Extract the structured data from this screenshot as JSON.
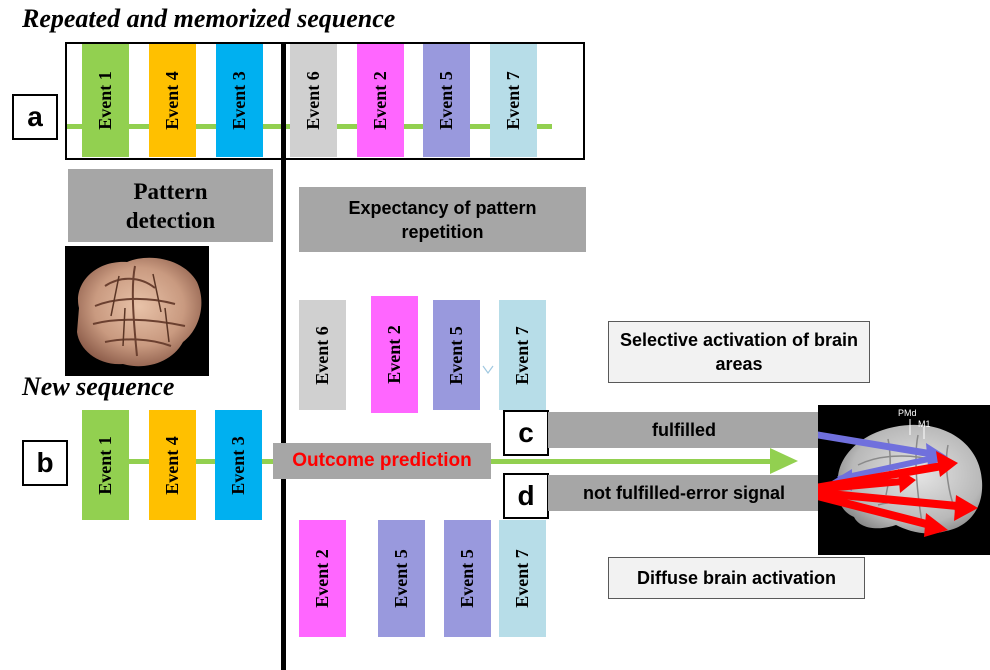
{
  "titles": {
    "repeated": "Repeated and memorized sequence",
    "new": "New sequence"
  },
  "letters": {
    "a": "a",
    "b": "b",
    "c": "c",
    "d": "d"
  },
  "labels": {
    "pattern_detection": "Pattern detection",
    "expectancy": "Expectancy of pattern repetition",
    "outcome_prediction": "Outcome prediction",
    "selective": "Selective activation of brain areas",
    "fulfilled": "fulfilled",
    "not_fulfilled": "not fulfilled-error signal",
    "diffuse": "Diffuse brain activation"
  },
  "brain_labels": {
    "pmd": "PMd",
    "m1": "M1"
  },
  "sequence_a": [
    {
      "label": "Event 1",
      "color": "#92d050"
    },
    {
      "label": "Event 4",
      "color": "#ffc000"
    },
    {
      "label": "Event 3",
      "color": "#00b0f0"
    },
    {
      "label": "Event 6",
      "color": "#d0d0d0"
    },
    {
      "label": "Event 2",
      "color": "#ff66ff"
    },
    {
      "label": "Event 5",
      "color": "#9999dd"
    },
    {
      "label": "Event 7",
      "color": "#b7dde8"
    }
  ],
  "sequence_b": [
    {
      "label": "Event 1",
      "color": "#92d050"
    },
    {
      "label": "Event 4",
      "color": "#ffc000"
    },
    {
      "label": "Event 3",
      "color": "#00b0f0"
    }
  ],
  "sequence_expected": [
    {
      "label": "Event 6",
      "color": "#d0d0d0"
    },
    {
      "label": "Event 2",
      "color": "#ff66ff"
    },
    {
      "label": "Event 5",
      "color": "#9999dd"
    },
    {
      "label": "Event 7",
      "color": "#b7dde8"
    }
  ],
  "sequence_error": [
    {
      "label": "Event 2",
      "color": "#ff66ff"
    },
    {
      "label": "Event 5",
      "color": "#9999dd"
    },
    {
      "label": "Event 5",
      "color": "#9999dd"
    },
    {
      "label": "Event 7",
      "color": "#b7dde8"
    }
  ],
  "colors": {
    "timeline": "#92d050",
    "outcome_text": "#ff0000",
    "arrow_blue": "#7070dd",
    "arrow_red": "#ff0000"
  }
}
